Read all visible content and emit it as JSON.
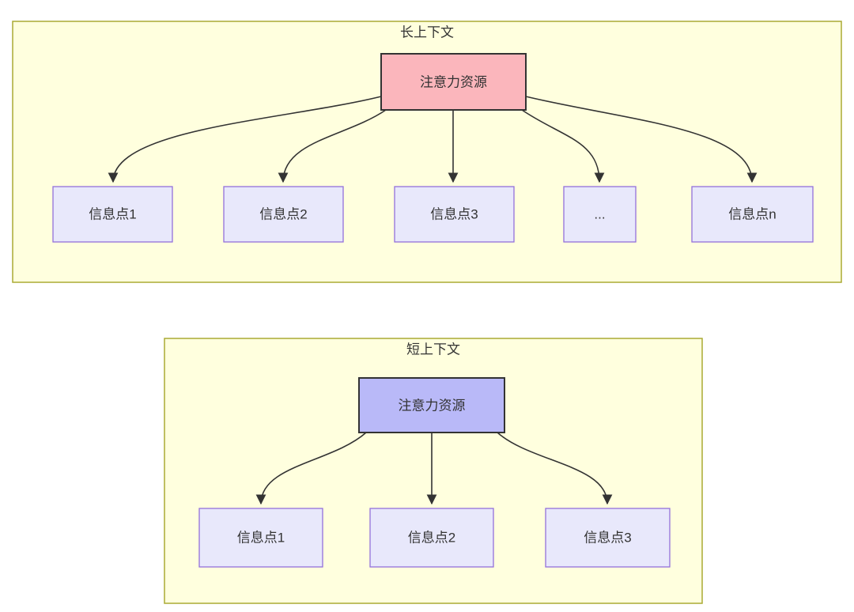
{
  "colors": {
    "canvas_bg": "#ffffff",
    "cluster_fill": "#ffffde",
    "cluster_border": "#aaaa33",
    "info_node_fill": "#e8e8fb",
    "info_node_border": "#9370db",
    "attention_long_fill": "#fbb6bc",
    "attention_short_fill": "#b9b9f8",
    "attention_border": "#333333",
    "edge_color": "#333333",
    "text_color": "#333333"
  },
  "diagram": {
    "long_context": {
      "title": "长上下文",
      "attention_label": "注意力资源",
      "info_points": [
        "信息点1",
        "信息点2",
        "信息点3",
        "...",
        "信息点n"
      ]
    },
    "short_context": {
      "title": "短上下文",
      "attention_label": "注意力资源",
      "info_points": [
        "信息点1",
        "信息点2",
        "信息点3"
      ]
    }
  }
}
